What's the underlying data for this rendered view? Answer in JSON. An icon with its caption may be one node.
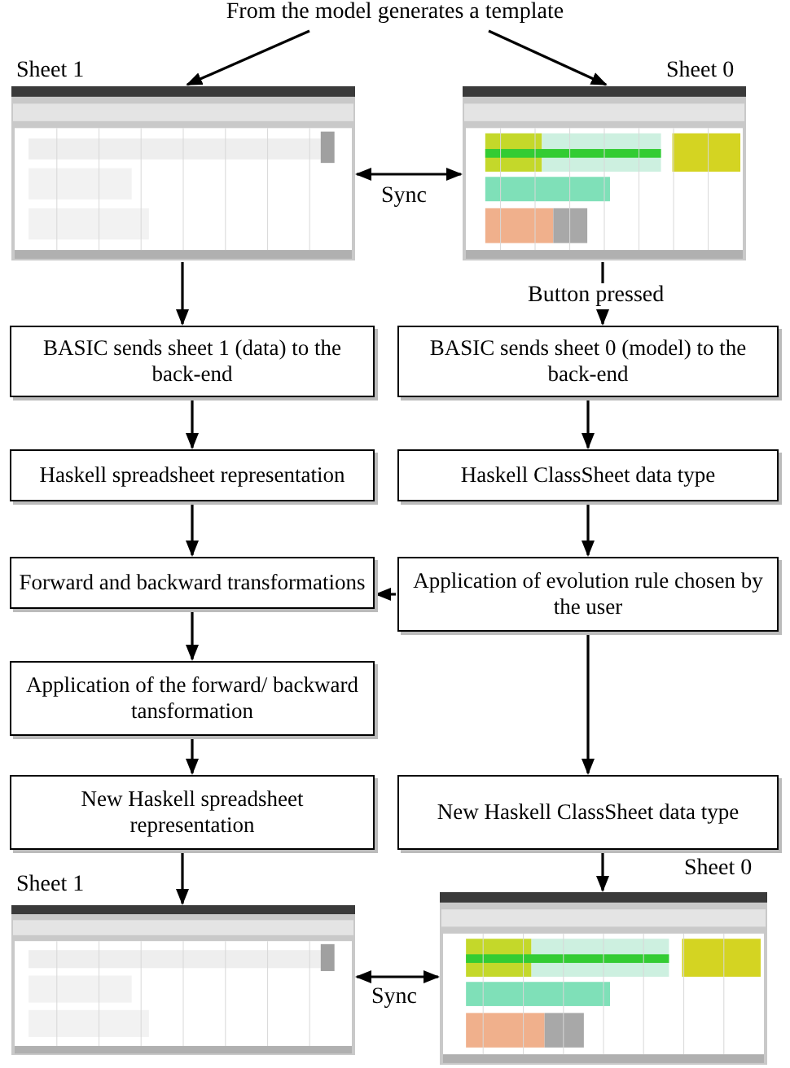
{
  "diagram": {
    "nodes": [
      {
        "text": [
          "From the model generates a template"
        ]
      },
      {
        "text": [],
        "shape": "picture",
        "beside": [
          "Sheet 1"
        ]
      },
      {
        "text": [],
        "shape": "picture",
        "beside": [
          "Sheet 0"
        ]
      },
      {
        "text": [
          "BASIC sends sheet 1 (data) to the back-end"
        ]
      },
      {
        "text": [
          "BASIC sends sheet 0 (model) to the back-end"
        ]
      },
      {
        "text": [
          "Haskell spreadsheet representation"
        ]
      },
      {
        "text": [
          "Haskell ClassSheet data type"
        ]
      },
      {
        "text": [
          "Forward and backward transformations"
        ]
      },
      {
        "text": [
          "Application of evolution rule chosen by the user"
        ]
      },
      {
        "text": [
          "Application of the forward/ backward tansformation"
        ]
      },
      {
        "text": [
          "New Haskell ClassSheet data type"
        ]
      },
      {
        "text": [
          "New Haskell spreadsheet representation"
        ]
      },
      {
        "text": [],
        "shape": "picture",
        "beside": [
          "Sheet 1"
        ]
      },
      {
        "text": [],
        "shape": "picture",
        "beside": [
          "Sheet 0"
        ]
      }
    ],
    "edges": [
      {
        "from": 0,
        "to": 1,
        "arrow": "to"
      },
      {
        "from": 0,
        "to": 2,
        "arrow": "to"
      },
      {
        "from": 1,
        "to": 2,
        "arrow": "both",
        "label": "Sync"
      },
      {
        "from": 2,
        "to": 4,
        "arrow": "to",
        "label": "Button pressed"
      },
      {
        "from": 1,
        "to": 3,
        "arrow": "to"
      },
      {
        "from": 3,
        "to": 5,
        "arrow": "to"
      },
      {
        "from": 4,
        "to": 6,
        "arrow": "to"
      },
      {
        "from": 5,
        "to": 7,
        "arrow": "to"
      },
      {
        "from": 6,
        "to": 8,
        "arrow": "to"
      },
      {
        "from": 8,
        "to": 7,
        "arrow": "to"
      },
      {
        "from": 7,
        "to": 9,
        "arrow": "to"
      },
      {
        "from": 9,
        "to": 11,
        "arrow": "to"
      },
      {
        "from": 8,
        "to": 10,
        "arrow": "to"
      },
      {
        "from": 11,
        "to": 12,
        "arrow": "to"
      },
      {
        "from": 10,
        "to": 13,
        "arrow": "to"
      },
      {
        "from": 12,
        "to": 13,
        "arrow": "both",
        "label": "Sync"
      }
    ]
  }
}
